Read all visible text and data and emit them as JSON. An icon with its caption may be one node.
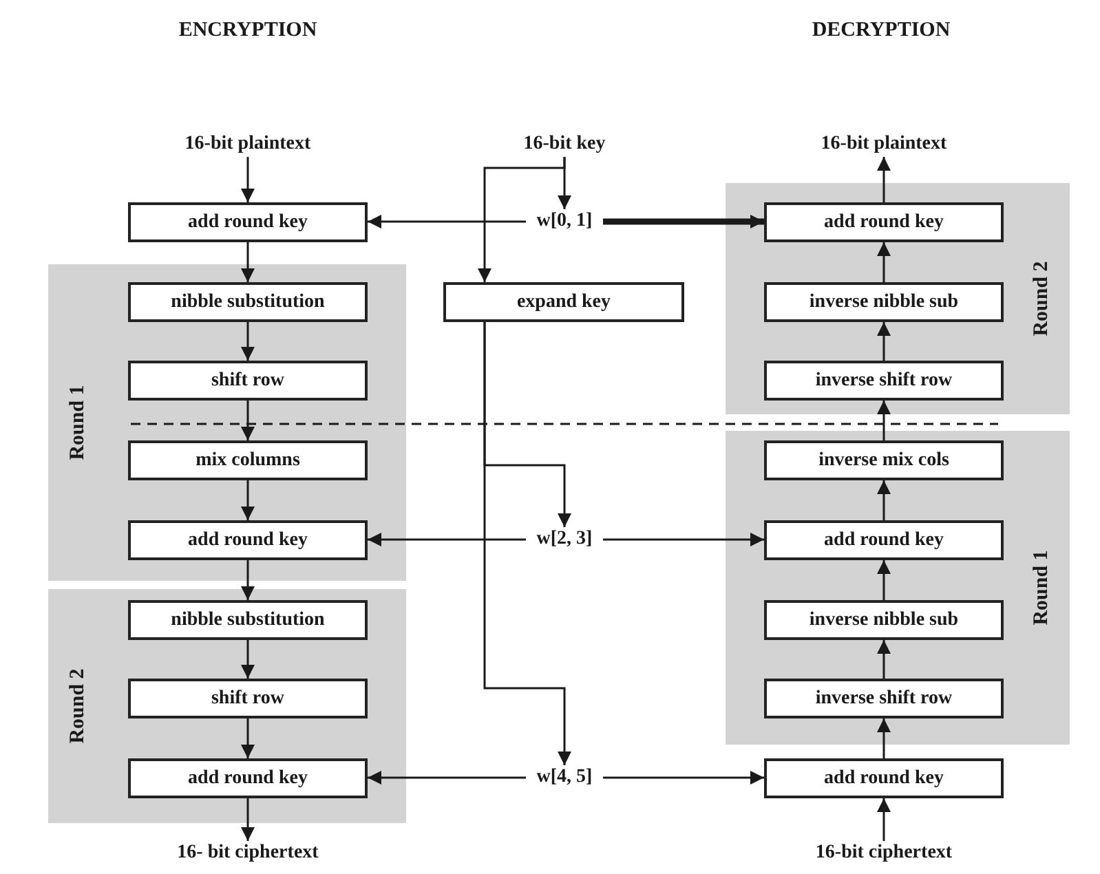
{
  "diagram": {
    "nodes": [
      {
        "text": [
          "Round 1"
        ]
      },
      {
        "text": [
          "Round 2"
        ]
      },
      {
        "text": [
          "Round 2"
        ]
      },
      {
        "text": [
          "Round 1"
        ]
      },
      {
        "text": [
          "16-bit plaintext"
        ]
      },
      {
        "text": [
          "add round key"
        ]
      },
      {
        "text": [
          "nibble substitution"
        ],
        "in": 0
      },
      {
        "text": [
          "shift row"
        ],
        "in": 0
      },
      {
        "text": [
          "mix columns"
        ],
        "in": 0
      },
      {
        "text": [
          "add round key"
        ],
        "in": 0
      },
      {
        "text": [
          "nibble substitution"
        ],
        "in": 1
      },
      {
        "text": [
          "shift row"
        ],
        "in": 1
      },
      {
        "text": [
          "add round key"
        ],
        "in": 1
      },
      {
        "text": [
          "16- bit ciphertext"
        ]
      },
      {
        "text": [
          "16-bit key"
        ]
      },
      {
        "text": [
          "w[0, 1]"
        ]
      },
      {
        "text": [
          "expand key"
        ]
      },
      {
        "text": [
          "w[2, 3]"
        ]
      },
      {
        "text": [
          "w[4, 5]"
        ]
      },
      {
        "text": [
          "16-bit plaintext"
        ]
      },
      {
        "text": [
          "add round key"
        ],
        "in": 2
      },
      {
        "text": [
          "inverse nibble sub"
        ],
        "in": 2
      },
      {
        "text": [
          "inverse shift row"
        ],
        "in": 2
      },
      {
        "text": [
          "inverse mix cols"
        ],
        "in": 3
      },
      {
        "text": [
          "add round key"
        ],
        "in": 3
      },
      {
        "text": [
          "inverse nibble sub"
        ],
        "in": 3
      },
      {
        "text": [
          "inverse shift row"
        ],
        "in": 3
      },
      {
        "text": [
          "add round key"
        ]
      },
      {
        "text": [
          "16-bit ciphertext"
        ]
      }
    ],
    "edges": [
      {
        "from": 4,
        "to": 5,
        "arrow": "to"
      },
      {
        "from": 5,
        "to": 6,
        "arrow": "to"
      },
      {
        "from": 6,
        "to": 7,
        "arrow": "to"
      },
      {
        "from": 7,
        "to": 8,
        "arrow": "to"
      },
      {
        "from": 8,
        "to": 9,
        "arrow": "to"
      },
      {
        "from": 9,
        "to": 10,
        "arrow": "to"
      },
      {
        "from": 10,
        "to": 11,
        "arrow": "to"
      },
      {
        "from": 11,
        "to": 12,
        "arrow": "to"
      },
      {
        "from": 12,
        "to": 13,
        "arrow": "to"
      },
      {
        "from": 14,
        "to": 15,
        "arrow": "to"
      },
      {
        "from": 14,
        "to": 16,
        "arrow": "to"
      },
      {
        "from": 15,
        "to": 5,
        "arrow": "to"
      },
      {
        "from": 15,
        "to": 20,
        "arrow": "to",
        "style": "thick"
      },
      {
        "from": 16,
        "to": 17,
        "arrow": "to"
      },
      {
        "from": 16,
        "to": 18,
        "arrow": "to"
      },
      {
        "from": 17,
        "to": 9,
        "arrow": "to"
      },
      {
        "from": 17,
        "to": 24,
        "arrow": "to"
      },
      {
        "from": 18,
        "to": 12,
        "arrow": "to"
      },
      {
        "from": 18,
        "to": 27,
        "arrow": "to"
      },
      {
        "from": 28,
        "to": 27,
        "arrow": "to"
      },
      {
        "from": 27,
        "to": 26,
        "arrow": "to"
      },
      {
        "from": 26,
        "to": 25,
        "arrow": "to"
      },
      {
        "from": 25,
        "to": 24,
        "arrow": "to"
      },
      {
        "from": 24,
        "to": 23,
        "arrow": "to"
      },
      {
        "from": 23,
        "to": 22,
        "arrow": "to"
      },
      {
        "from": 22,
        "to": 21,
        "arrow": "to"
      },
      {
        "from": 21,
        "to": 20,
        "arrow": "to"
      },
      {
        "from": 20,
        "to": 19,
        "arrow": "to"
      }
    ],
    "labels": [
      "ENCRYPTION",
      "DECRYPTION"
    ]
  }
}
